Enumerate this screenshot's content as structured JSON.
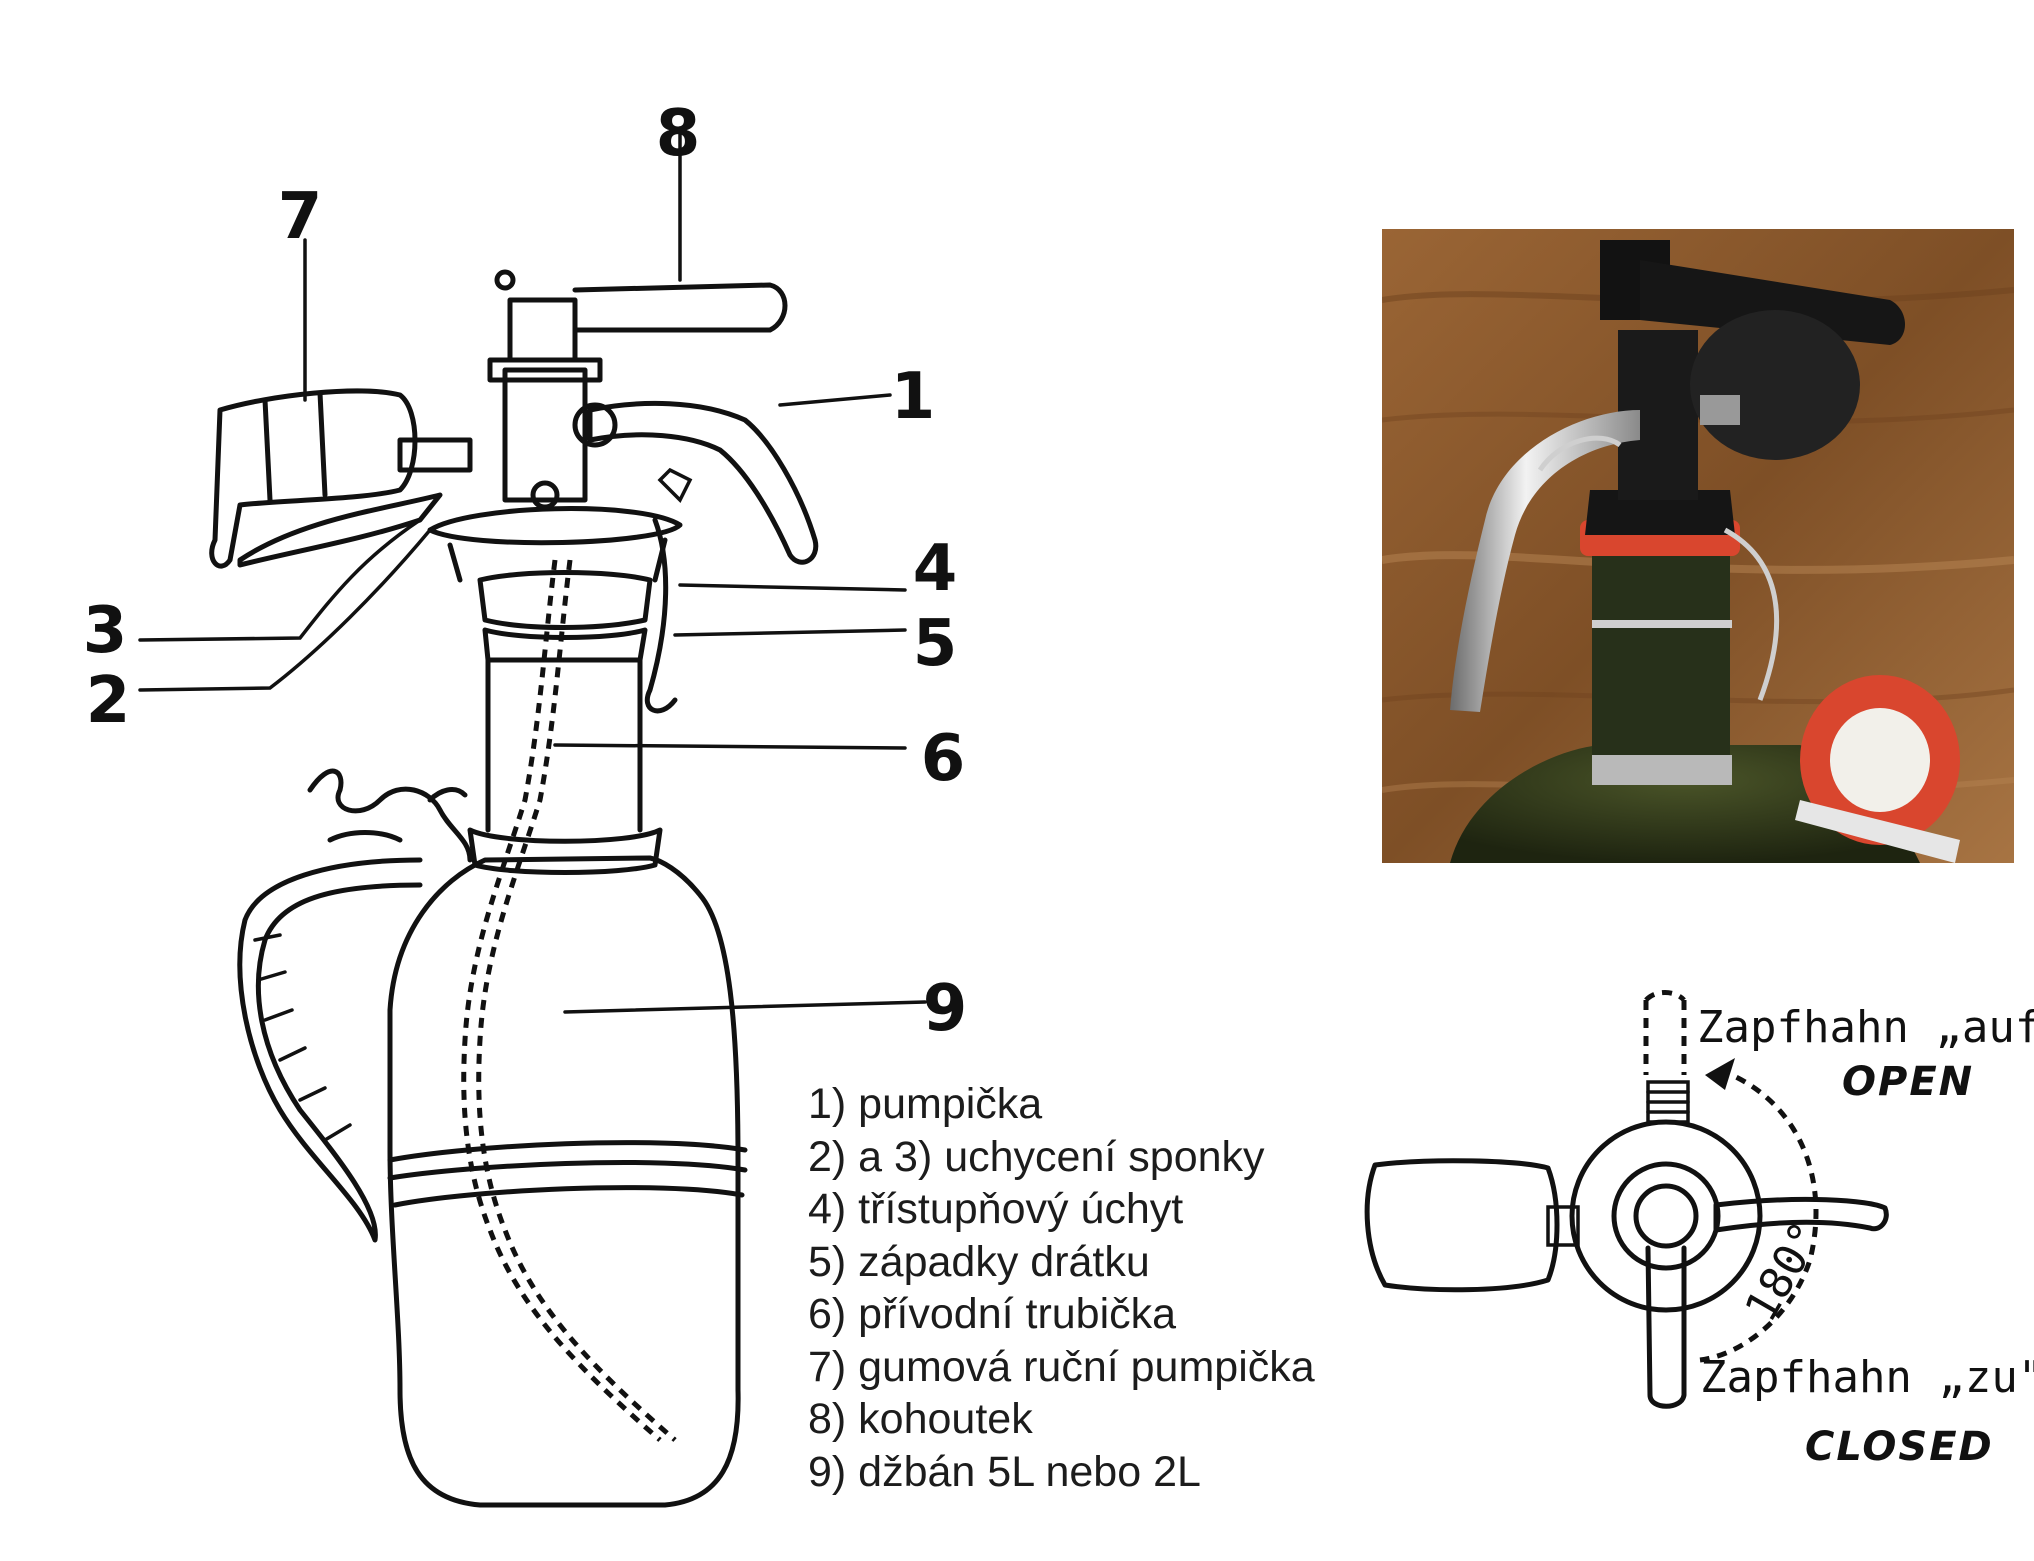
{
  "callouts": [
    {
      "id": "7",
      "text": "7"
    },
    {
      "id": "8",
      "text": "8"
    },
    {
      "id": "1",
      "text": "1"
    },
    {
      "id": "4",
      "text": "4"
    },
    {
      "id": "3",
      "text": "3"
    },
    {
      "id": "5",
      "text": "5"
    },
    {
      "id": "2",
      "text": "2"
    },
    {
      "id": "6",
      "text": "6"
    },
    {
      "id": "9",
      "text": "9"
    }
  ],
  "legend": [
    "1) pumpička",
    "2) a 3) uchycení sponky",
    "4) třístupňový úchyt",
    "5) západky drátku",
    "6) přívodní trubička",
    "7) gumová ruční pumpička",
    "8) kohoutek",
    "9) džbán 5L nebo 2L"
  ],
  "tap_diagram": {
    "open_label": "Zapfhahn „auf\"",
    "open_en": "OPEN",
    "closed_label": "Zapfhahn „zu\"",
    "closed_en": "CLOSED",
    "angle": "180°"
  },
  "colors": {
    "wood": "#8a5a2e",
    "black_plastic": "#1a1a1a",
    "red_seal": "#d9462e",
    "glass": "#2f3a1c"
  }
}
